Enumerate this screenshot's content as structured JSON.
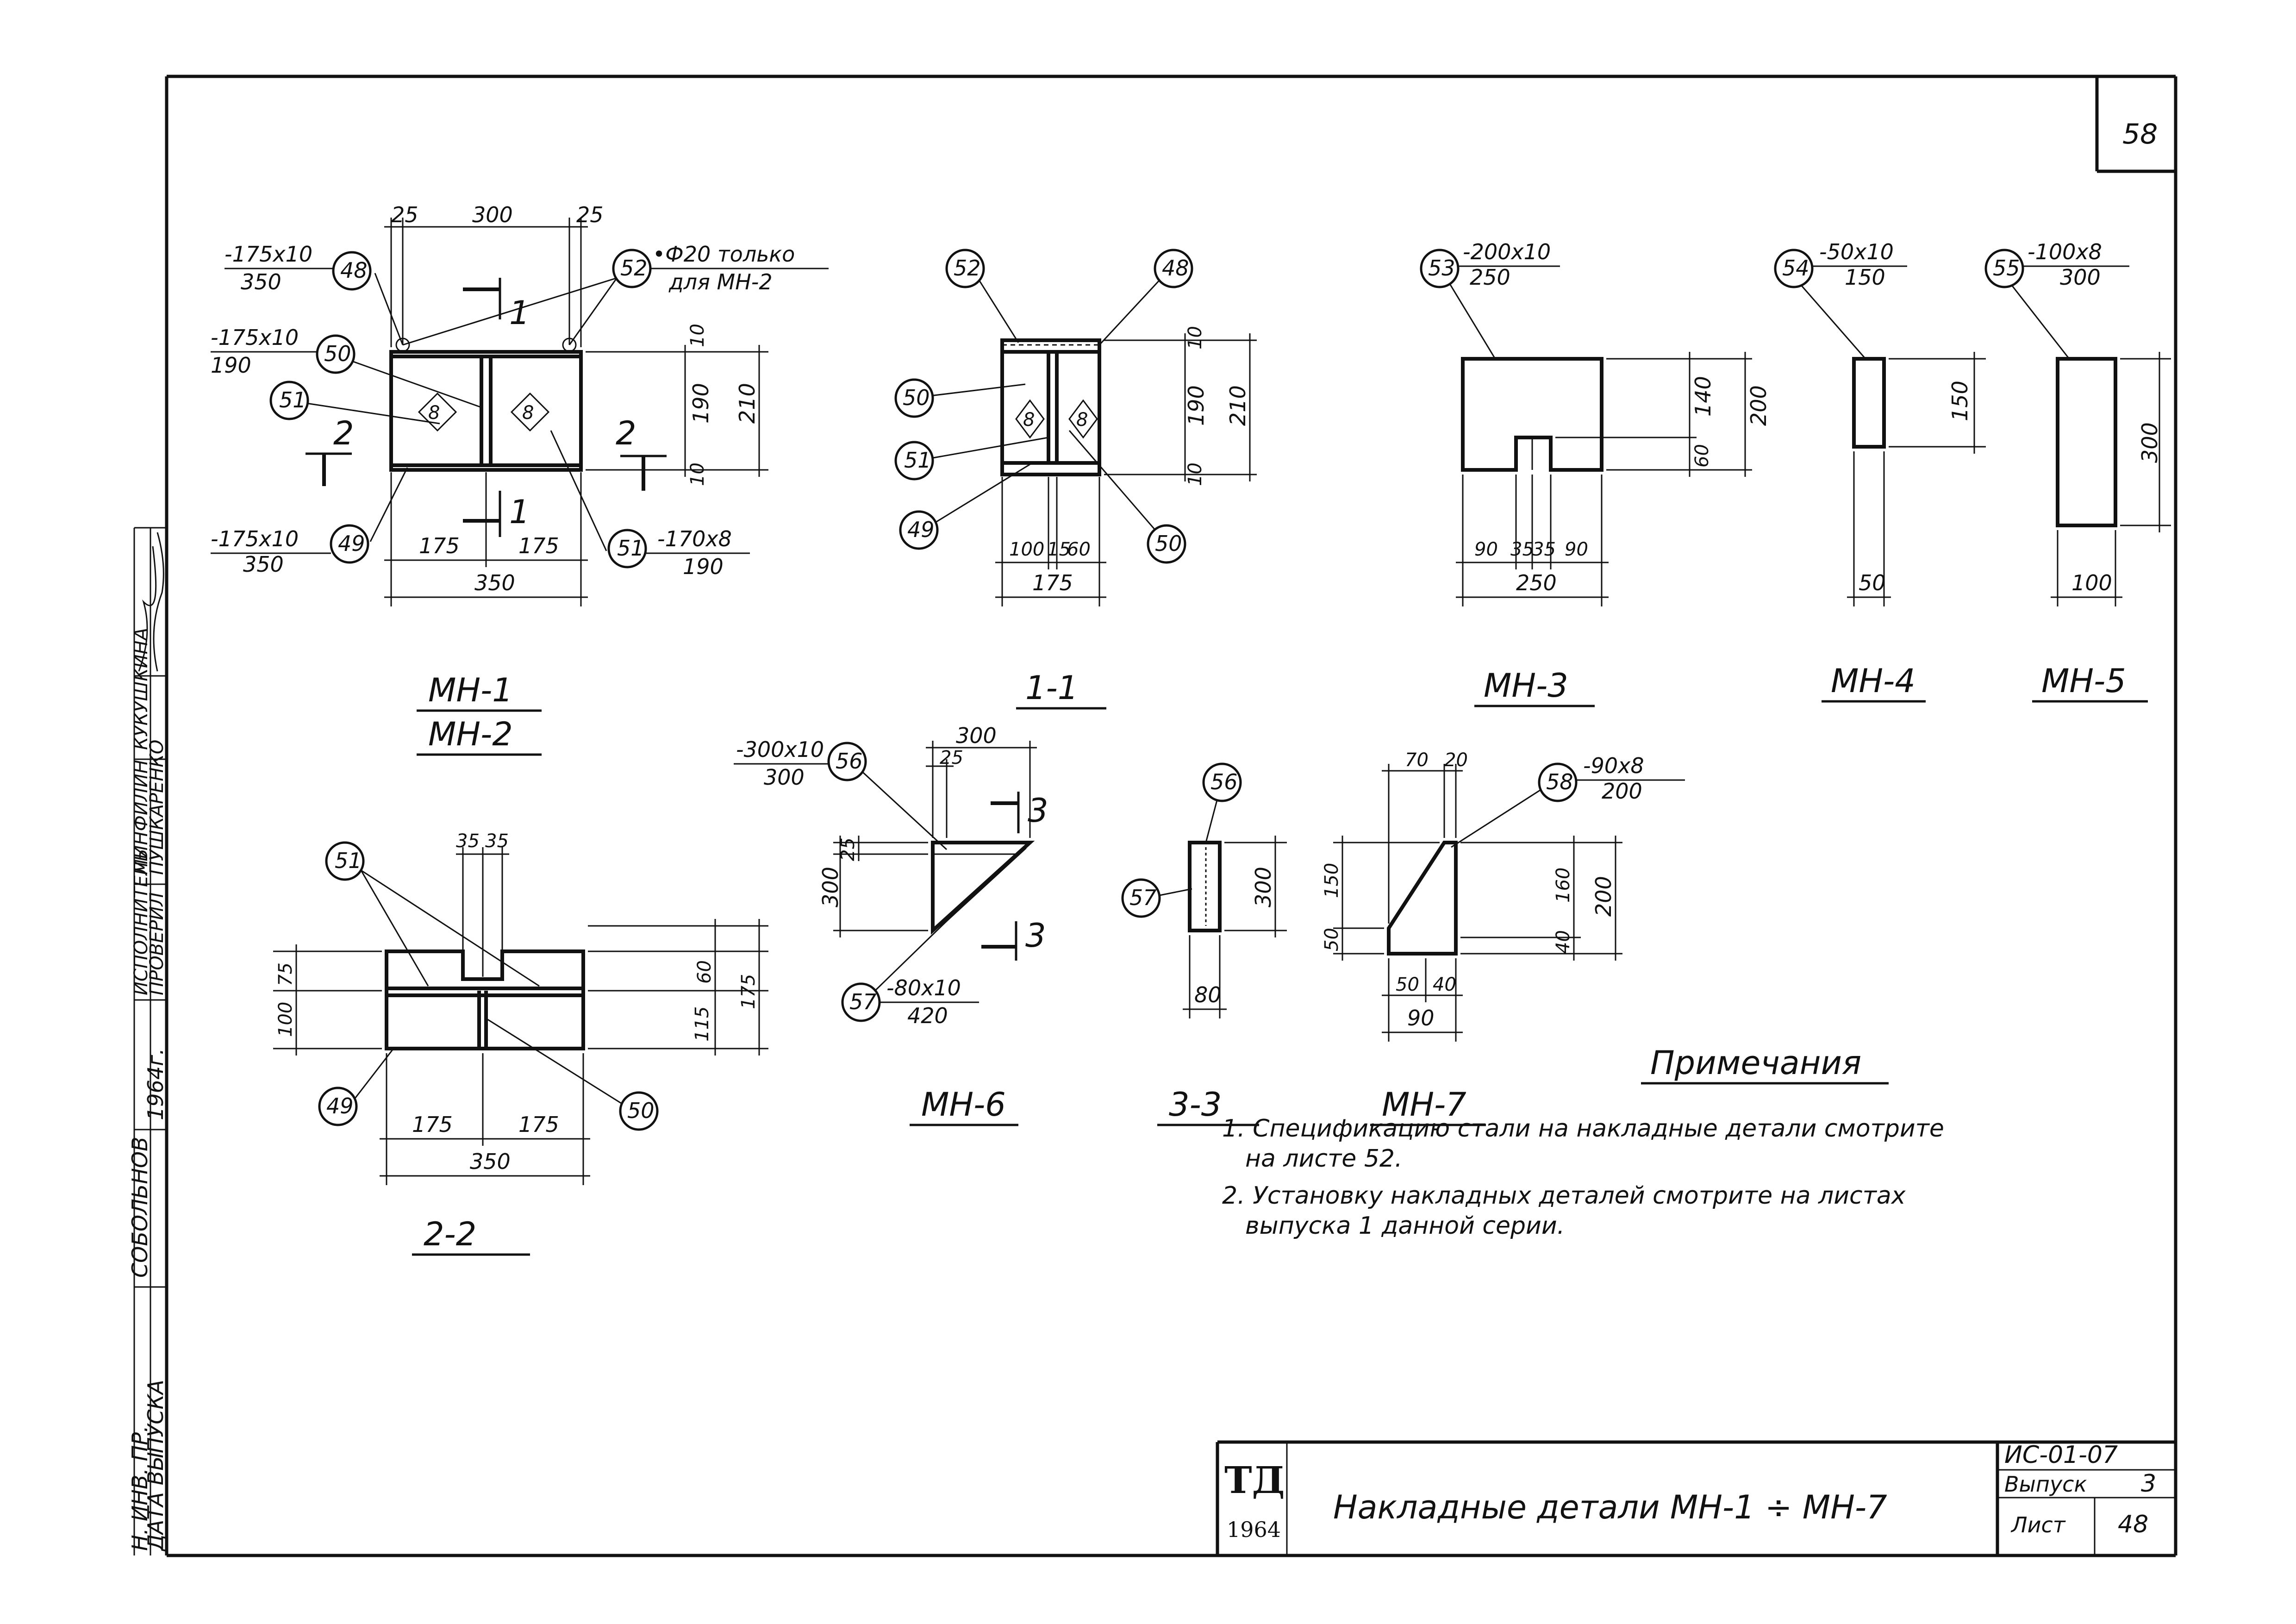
{
  "sheet": {
    "page_number": "58",
    "doc_code": "ИС-01-07",
    "issue_label": "Выпуск",
    "issue_number": "3",
    "sheet_label": "Лист",
    "sheet_number": "48",
    "title": "Накладные детали МН-1 ÷ МН-7",
    "logo_letters": "ТД",
    "logo_year": "1964"
  },
  "stamp_side": {
    "row1": "Н. ИНВ. ПР.",
    "row2": "ДАТА ВЫПУСКА",
    "col1": "СОБОЛЬНОВ",
    "col2": "1964г.",
    "col3": "ИСПОЛНИТЕЛЬ",
    "col4": "ПРОВЕРИЛ",
    "col5": "МИНФИЛИН",
    "col6": "ПУШКАРЕНКО",
    "col7": "КУКУШКИНА"
  },
  "drawings": {
    "mn1": {
      "caption1": "МН-1",
      "caption2": "МН-2",
      "dims_top": [
        "25",
        "300",
        "25"
      ],
      "dims_bottom": [
        "175",
        "175"
      ],
      "dim_total": "350",
      "dims_right": [
        "10",
        "190",
        "10"
      ],
      "dim_right_total": "210",
      "labels": {
        "p48": "-175x10",
        "p48b": "350",
        "p50": "-175x10",
        "p50b": "190",
        "p49": "-175x10",
        "p49b": "350",
        "p51": "-170x8",
        "p51b": "190",
        "p52": "•Ф20 только",
        "p52b": "для МН-2"
      },
      "bubbles": [
        "48",
        "50",
        "51",
        "49",
        "52",
        "51"
      ],
      "weld": "8",
      "cut_1": "1",
      "cut_2": "2"
    },
    "s11": {
      "caption": "1-1",
      "bubbles": [
        "52",
        "48",
        "50",
        "51",
        "49",
        "50"
      ],
      "dims_bottom": [
        "100",
        "15",
        "60"
      ],
      "dim_total": "175",
      "dims_right": [
        "10",
        "190",
        "10"
      ],
      "dim_right_total": "210",
      "weld": "8"
    },
    "mn3": {
      "caption": "МН-3",
      "bubble": "53",
      "label": "-200x10",
      "label_b": "250",
      "dims_bottom": [
        "90",
        "35",
        "35",
        "90"
      ],
      "dim_total": "250",
      "dims_right": [
        "140",
        "60"
      ],
      "dim_right_total": "200"
    },
    "mn4": {
      "caption": "МН-4",
      "bubble": "54",
      "label": "-50x10",
      "label_b": "150",
      "dim_h": "150",
      "dim_w": "50"
    },
    "mn5": {
      "caption": "МН-5",
      "bubble": "55",
      "label": "-100x8",
      "label_b": "300",
      "dim_h": "300",
      "dim_w": "100"
    },
    "s22": {
      "caption": "2-2",
      "bubbles": [
        "51",
        "49",
        "50"
      ],
      "dims_top": [
        "35",
        "35"
      ],
      "dims_bottom": [
        "175",
        "175"
      ],
      "dim_total": "350",
      "dims_left": [
        "75",
        "100"
      ],
      "dims_right": [
        "60",
        "115",
        "175"
      ]
    },
    "mn6": {
      "caption": "МН-6",
      "bubbles": [
        "56",
        "57"
      ],
      "label56": "-300x10",
      "label56b": "300",
      "label57": "-80x10",
      "label57b": "420",
      "dims_top": [
        "300",
        "25"
      ],
      "dims_left": [
        "25",
        "300"
      ],
      "cut": "3"
    },
    "s33": {
      "caption": "3-3",
      "bubbles": [
        "56",
        "57"
      ],
      "dim_h": "300",
      "dim_w": "80"
    },
    "mn7": {
      "caption": "МН-7",
      "bubble": "58",
      "label": "-90x8",
      "label_b": "200",
      "dims_top": [
        "70",
        "20"
      ],
      "dims_left": [
        "150",
        "50"
      ],
      "dims_right": [
        "160",
        "40"
      ],
      "dim_right_total": "200",
      "dims_bottom": [
        "50",
        "40"
      ],
      "dim_total": "90"
    }
  },
  "notes": {
    "heading": "Примечания",
    "line1": "1. Спецификацию стали на накладные детали смотрите",
    "line1b": "на листе 52.",
    "line2": "2. Установку накладных деталей смотрите на листах",
    "line2b": "выпуска 1 данной серии."
  }
}
